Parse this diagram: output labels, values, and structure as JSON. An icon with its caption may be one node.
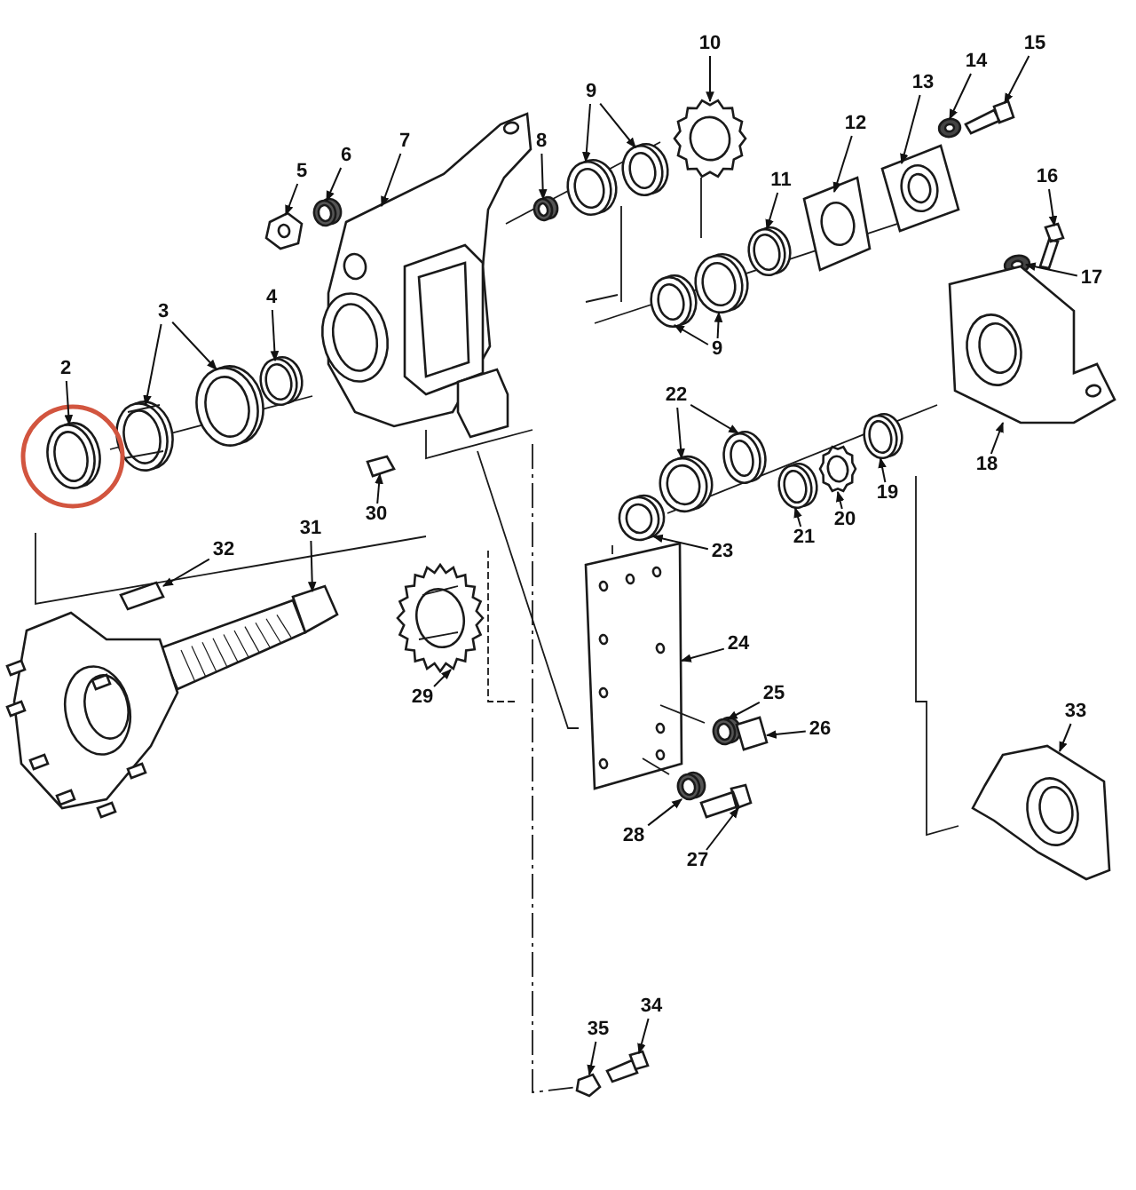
{
  "diagram": {
    "nodes": [
      {
        "text": [
          "2"
        ]
      },
      {
        "text": [
          "3"
        ]
      },
      {
        "text": [
          "4"
        ]
      },
      {
        "text": [
          "5"
        ]
      },
      {
        "text": [
          "6"
        ]
      },
      {
        "text": [
          "7"
        ]
      },
      {
        "text": [
          "8"
        ]
      },
      {
        "text": [
          "9"
        ]
      },
      {
        "text": [
          "10"
        ]
      },
      {
        "text": [
          "11"
        ]
      },
      {
        "text": [
          "12"
        ]
      },
      {
        "text": [
          "13"
        ]
      },
      {
        "text": [
          "14"
        ]
      },
      {
        "text": [
          "15"
        ]
      },
      {
        "text": [
          "16"
        ]
      },
      {
        "text": [
          "17"
        ]
      },
      {
        "text": [
          "18"
        ]
      },
      {
        "text": [
          "9"
        ]
      },
      {
        "text": [
          "22"
        ]
      },
      {
        "text": [
          "23"
        ]
      },
      {
        "text": [
          "21"
        ]
      },
      {
        "text": [
          "20"
        ]
      },
      {
        "text": [
          "19"
        ]
      },
      {
        "text": [
          "24"
        ]
      },
      {
        "text": [
          "25"
        ]
      },
      {
        "text": [
          "26"
        ]
      },
      {
        "text": [
          "27"
        ]
      },
      {
        "text": [
          "28"
        ]
      },
      {
        "text": [
          "29"
        ]
      },
      {
        "text": [
          "30"
        ]
      },
      {
        "text": [
          "31"
        ]
      },
      {
        "text": [
          "32"
        ]
      },
      {
        "text": [
          "33"
        ]
      },
      {
        "text": [
          "34"
        ]
      },
      {
        "text": [
          "35"
        ]
      },
      {
        "text": [],
        "shape": "picture"
      },
      {
        "text": [],
        "shape": "picture"
      },
      {
        "text": [],
        "shape": "picture"
      },
      {
        "text": [],
        "shape": "picture"
      },
      {
        "text": [],
        "shape": "picture"
      },
      {
        "text": [],
        "shape": "picture"
      },
      {
        "text": [],
        "shape": "picture"
      },
      {
        "text": [],
        "shape": "picture"
      },
      {
        "text": [],
        "shape": "picture"
      },
      {
        "text": [],
        "shape": "picture"
      },
      {
        "text": [],
        "shape": "picture"
      },
      {
        "text": [],
        "shape": "picture"
      },
      {
        "text": [],
        "shape": "picture"
      },
      {
        "text": [],
        "shape": "picture"
      },
      {
        "text": [],
        "shape": "picture"
      },
      {
        "text": [],
        "shape": "picture"
      },
      {
        "text": [],
        "shape": "picture"
      },
      {
        "text": [],
        "shape": "picture"
      },
      {
        "text": [],
        "shape": "picture"
      },
      {
        "text": [],
        "shape": "picture"
      },
      {
        "text": [],
        "shape": "picture"
      },
      {
        "text": [],
        "shape": "picture"
      },
      {
        "text": [],
        "shape": "picture"
      },
      {
        "text": [],
        "shape": "picture"
      },
      {
        "text": [],
        "shape": "picture"
      },
      {
        "text": [],
        "shape": "picture"
      },
      {
        "text": [],
        "shape": "picture"
      },
      {
        "text": [],
        "shape": "picture"
      },
      {
        "text": [],
        "shape": "picture"
      },
      {
        "text": [],
        "shape": "picture"
      },
      {
        "text": [],
        "shape": "picture"
      },
      {
        "text": [],
        "shape": "picture"
      },
      {
        "text": [],
        "shape": "picture"
      },
      {
        "text": [],
        "shape": "picture"
      },
      {
        "text": [],
        "shape": "picture"
      },
      {
        "text": [],
        "shape": "picture"
      },
      {
        "text": [],
        "shape": "picture"
      },
      {
        "text": [],
        "shape": "picture"
      },
      {
        "text": [],
        "shape": "picture"
      }
    ],
    "edges": [
      {
        "from": 0,
        "to": 35,
        "arrow": "to"
      },
      {
        "from": 1,
        "to": 36,
        "arrow": "to"
      },
      {
        "from": 1,
        "to": 37,
        "arrow": "to"
      },
      {
        "from": 2,
        "to": 38,
        "arrow": "to"
      },
      {
        "from": 3,
        "to": 39,
        "arrow": "to"
      },
      {
        "from": 4,
        "to": 40,
        "arrow": "to"
      },
      {
        "from": 5,
        "to": 41,
        "arrow": "to"
      },
      {
        "from": 6,
        "to": 42,
        "arrow": "to"
      },
      {
        "from": 7,
        "to": 43,
        "arrow": "to"
      },
      {
        "from": 7,
        "to": 44,
        "arrow": "to"
      },
      {
        "from": 8,
        "to": 45,
        "arrow": "to"
      },
      {
        "from": 9,
        "to": 46,
        "arrow": "to"
      },
      {
        "from": 17,
        "to": 47,
        "arrow": "to"
      },
      {
        "from": 17,
        "to": 48,
        "arrow": "to"
      },
      {
        "from": 10,
        "to": 49,
        "arrow": "to"
      },
      {
        "from": 11,
        "to": 50,
        "arrow": "to"
      },
      {
        "from": 12,
        "to": 51,
        "arrow": "to"
      },
      {
        "from": 13,
        "to": 52,
        "arrow": "to"
      },
      {
        "from": 14,
        "to": 53,
        "arrow": "to"
      },
      {
        "from": 15,
        "to": 54,
        "arrow": "to"
      },
      {
        "from": 16,
        "to": 55,
        "arrow": "to"
      },
      {
        "from": 18,
        "to": 56,
        "arrow": "to"
      },
      {
        "from": 18,
        "to": 57,
        "arrow": "to"
      },
      {
        "from": 19,
        "to": 58,
        "arrow": "to"
      },
      {
        "from": 20,
        "to": 59,
        "arrow": "to"
      },
      {
        "from": 21,
        "to": 60,
        "arrow": "to"
      },
      {
        "from": 22,
        "to": 61,
        "arrow": "to"
      },
      {
        "from": 23,
        "to": 62,
        "arrow": "to"
      },
      {
        "from": 24,
        "to": 63,
        "arrow": "to"
      },
      {
        "from": 25,
        "to": 64,
        "arrow": "to"
      },
      {
        "from": 26,
        "to": 65,
        "arrow": "to"
      },
      {
        "from": 27,
        "to": 66,
        "arrow": "to"
      },
      {
        "from": 28,
        "to": 67,
        "arrow": "to"
      },
      {
        "from": 29,
        "to": 68,
        "arrow": "to"
      },
      {
        "from": 30,
        "to": 69,
        "arrow": "to"
      },
      {
        "from": 31,
        "to": 70,
        "arrow": "to"
      },
      {
        "from": 32,
        "to": 71,
        "arrow": "to"
      },
      {
        "from": 33,
        "to": 72,
        "arrow": "to"
      },
      {
        "from": 34,
        "to": 73,
        "arrow": "to"
      }
    ]
  }
}
